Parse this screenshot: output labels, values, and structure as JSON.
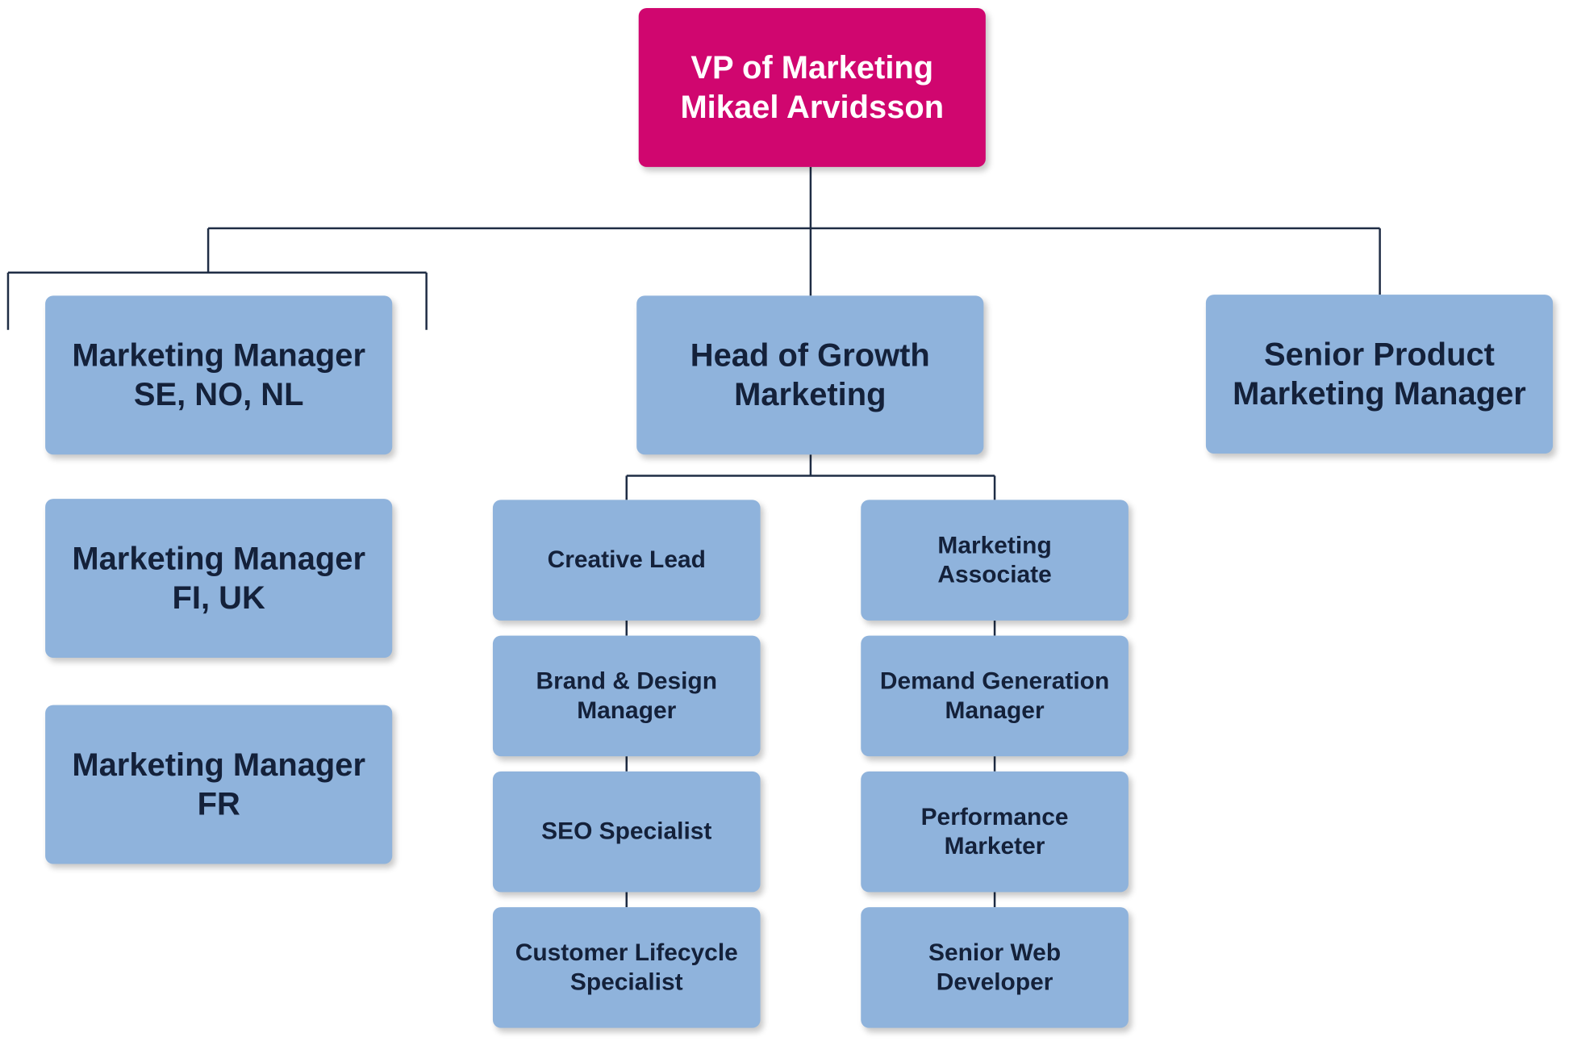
{
  "vp": {
    "line1": "VP of Marketing",
    "line2": "Mikael Arvidsson"
  },
  "managers": [
    {
      "line1": "Marketing Manager",
      "line2": "SE, NO, NL"
    },
    {
      "line1": "Marketing Manager",
      "line2": "FI, UK"
    },
    {
      "line1": "Marketing Manager",
      "line2": "FR"
    }
  ],
  "head_growth": {
    "line1": "Head of Growth",
    "line2": "Marketing"
  },
  "senior_pmm": {
    "line1": "Senior Product",
    "line2": "Marketing Manager"
  },
  "growth_left": [
    {
      "line1": "Creative Lead",
      "line2": ""
    },
    {
      "line1": "Brand & Design",
      "line2": "Manager"
    },
    {
      "line1": "SEO Specialist",
      "line2": ""
    },
    {
      "line1": "Customer Lifecycle",
      "line2": "Specialist"
    }
  ],
  "growth_right": [
    {
      "line1": "Marketing",
      "line2": "Associate"
    },
    {
      "line1": "Demand Generation",
      "line2": "Manager"
    },
    {
      "line1": "Performance",
      "line2": "Marketer"
    },
    {
      "line1": "Senior Web",
      "line2": "Developer"
    }
  ],
  "colors": {
    "vp_box": "#d0066f",
    "role_box": "#8fb3dc",
    "text": "#14213a",
    "connector": "#1f2d45"
  }
}
